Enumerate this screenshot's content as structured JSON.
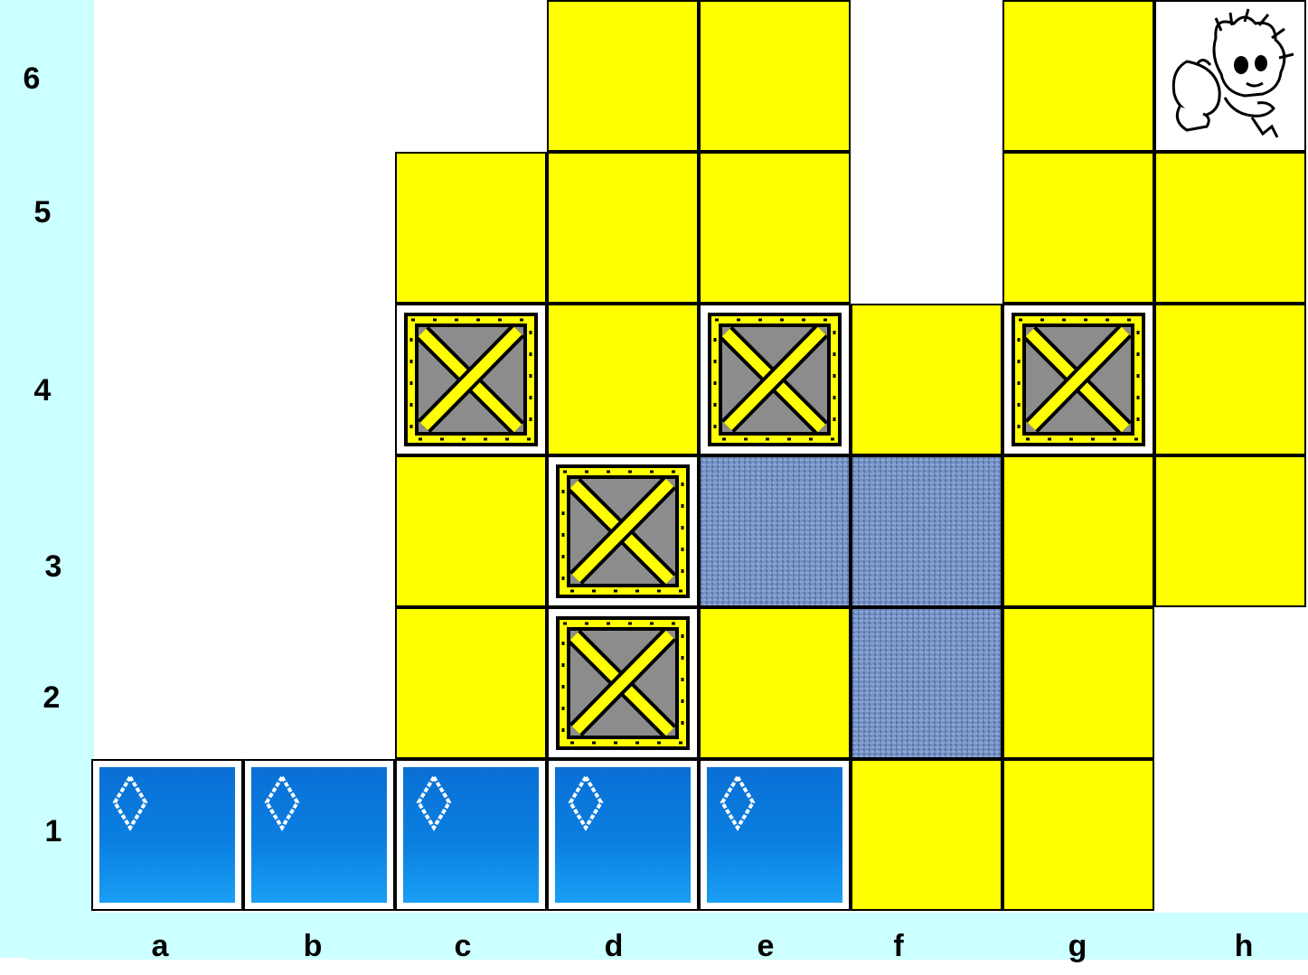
{
  "board": {
    "ranks": [
      "6",
      "5",
      "4",
      "3",
      "2",
      "1"
    ],
    "files": [
      "a",
      "b",
      "c",
      "d",
      "e",
      "f",
      "g",
      "h"
    ],
    "cells": {
      "yellow": [
        "d6",
        "e6",
        "g6",
        "c5",
        "d5",
        "e5",
        "g5",
        "h5",
        "d4",
        "f4",
        "h4",
        "c3",
        "g3",
        "h3",
        "c2",
        "e2",
        "g2",
        "f1",
        "g1"
      ],
      "crate": [
        "c4",
        "e4",
        "g4",
        "d3",
        "d2"
      ],
      "stone": [
        "e3",
        "f3",
        "f2"
      ],
      "target": [
        "a1",
        "b1",
        "c1",
        "d1",
        "e1"
      ],
      "player": [
        "h6"
      ]
    },
    "icons": {
      "crate": "wooden-crate-icon",
      "target": "diamond-goal-icon",
      "player": "player-character-icon",
      "stone": "stone-wall-texture"
    },
    "colors": {
      "floor": "#ffff00",
      "coordinate_strip": "#ccffff",
      "target_tile": "#0a7fe0",
      "stone": "#6e8fc6",
      "crate_frame": "#ffff00",
      "crate_center": "#8c8c8c"
    }
  }
}
